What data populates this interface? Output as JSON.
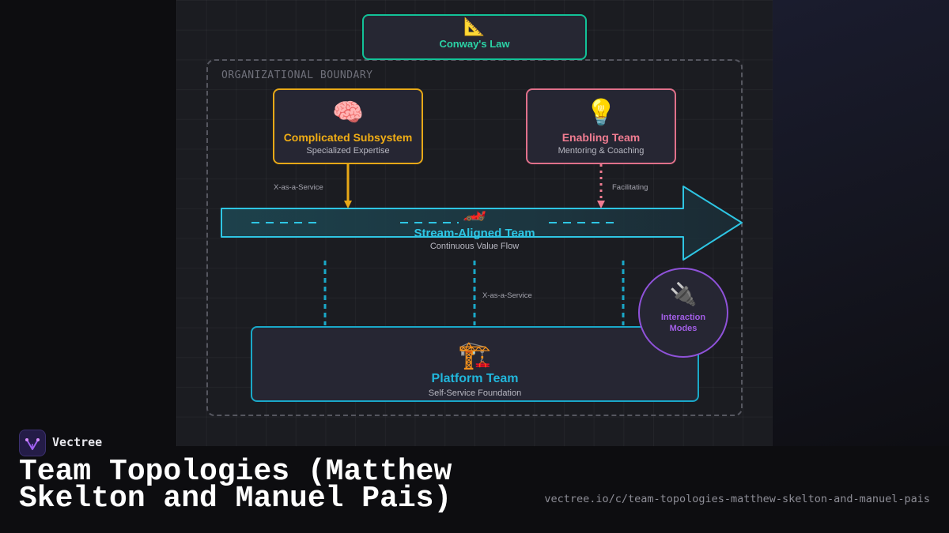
{
  "diagram": {
    "conways_law": {
      "emoji": "📐",
      "label": "Conway's Law"
    },
    "boundary_label": "ORGANIZATIONAL BOUNDARY",
    "complicated_subsystem": {
      "emoji": "🧠",
      "title": "Complicated Subsystem",
      "subtitle": "Specialized Expertise"
    },
    "enabling_team": {
      "emoji": "💡",
      "title": "Enabling Team",
      "subtitle": "Mentoring & Coaching"
    },
    "stream_aligned_team": {
      "emoji": "🏎️",
      "title": "Stream-Aligned Team",
      "subtitle": "Continuous Value Flow"
    },
    "platform_team": {
      "emoji": "🏗️",
      "title": "Platform Team",
      "subtitle": "Self-Service Foundation"
    },
    "interaction_modes": {
      "emoji": "🔌",
      "label": "Interaction Modes"
    },
    "edge_labels": {
      "complicated_to_stream": "X-as-a-Service",
      "enabling_to_stream": "Facilitating",
      "platform_to_stream": "X-as-a-Service"
    },
    "colors": {
      "conway": "#12c298",
      "complicated": "#e7a817",
      "enabling": "#e0708a",
      "stream": "#2ec6e4",
      "platform": "#1aa8c8",
      "modes": "#8f52d9"
    }
  },
  "footer": {
    "brand": "Vectree",
    "title": "Team Topologies (Matthew Skelton and Manuel Pais)",
    "url": "vectree.io/c/team-topologies-matthew-skelton-and-manuel-pais"
  }
}
